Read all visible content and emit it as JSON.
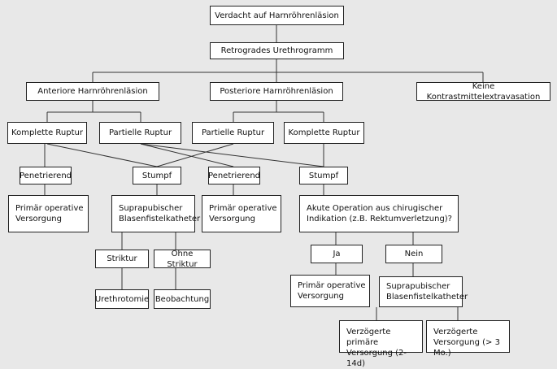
{
  "nodes": {
    "verdacht": "Verdacht auf Harnröhrenläsion",
    "urethrogramm": "Retrogrades Urethrogramm",
    "anteriore": "Anteriore Harnröhrenläsion",
    "posteriore": "Posteriore Harnröhrenläsion",
    "keine": "Keine Kontrastmittelextravasation",
    "komplett_a": "Komplette Ruptur",
    "partiell_a": "Partielle Ruptur",
    "partiell_p": "Partielle Ruptur",
    "komplett_p": "Komplette Ruptur",
    "penetrierend_1": "Penetrierend",
    "stumpf_1": "Stumpf",
    "penetrierend_2": "Penetrierend",
    "stumpf_2": "Stumpf",
    "primaer_1": "Primär operative\nVersorgung",
    "suprapubisch_1": "Suprapubischer\nBlasenfistelkatheter",
    "primaer_2": "Primär operative\nVersorgung",
    "akute_op": "Akute Operation aus chirugischer\nIndikation (z.B. Rektumverletzung)?",
    "striktur": "Striktur",
    "ohne_striktur": "Ohne Striktur",
    "ja": "Ja",
    "nein": "Nein",
    "urethrotomie": "Urethrotomie",
    "beobachtung": "Beobachtung",
    "primaer_3": "Primär operative\nVersorgung",
    "suprapubisch_2": "Suprapubischer\nBlasenfistelkatheter",
    "verz_primaer": "Verzögerte primäre\nVersorgung (2-14d)",
    "verz_versorgung": "Verzögerte\nVersorgung (> 3 Mo.)"
  }
}
